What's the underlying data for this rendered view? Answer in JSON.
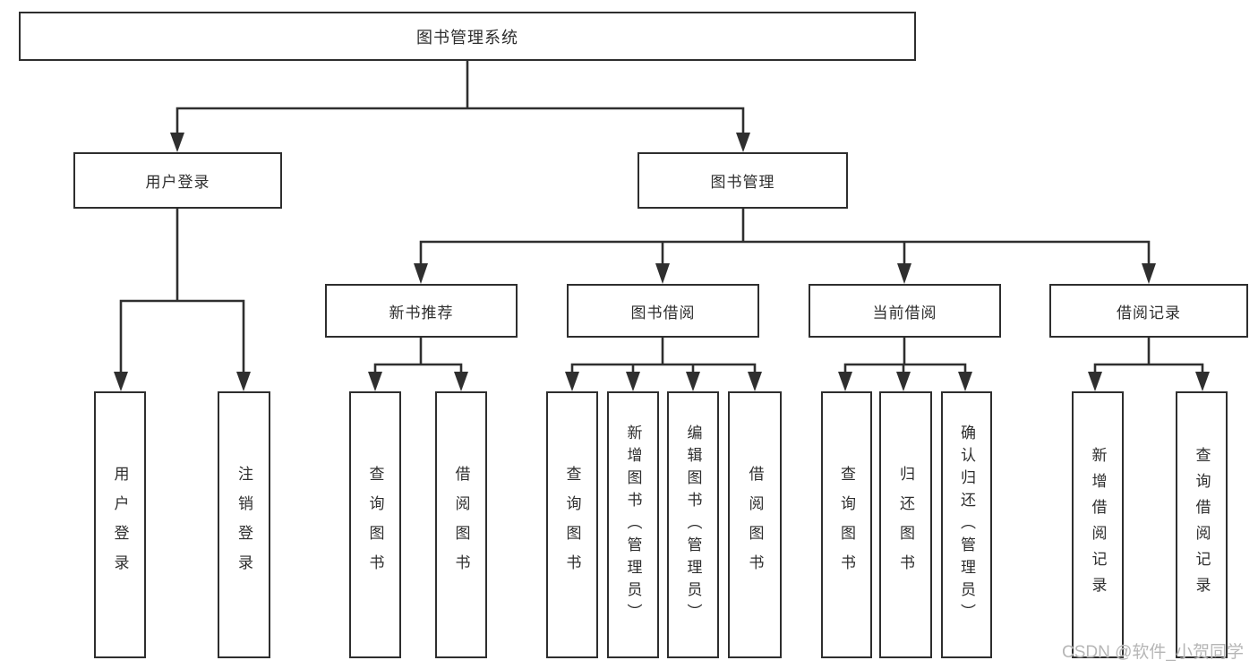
{
  "watermark": "CSDN @软件_小贺同学",
  "colors": {
    "line": "#2f2f2f",
    "text": "#2e2e2e",
    "background": "#ffffff",
    "watermark_text": "#b6b6b6"
  },
  "diagram": {
    "type": "hierarchy-tree",
    "root": {
      "label": "图书管理系统"
    },
    "level2": [
      {
        "label": "用户登录",
        "children": [
          "用户登录",
          "注销登录"
        ]
      },
      {
        "label": "图书管理",
        "children": [
          {
            "label": "新书推荐",
            "children": [
              "查询图书",
              "借阅图书"
            ]
          },
          {
            "label": "图书借阅",
            "children": [
              "查询图书",
              "新增图书（管理员）",
              "编辑图书（管理员）",
              "借阅图书"
            ]
          },
          {
            "label": "当前借阅",
            "children": [
              "查询图书",
              "归还图书",
              "确认归还（管理员）"
            ]
          },
          {
            "label": "借阅记录",
            "children": [
              "新增借阅记录",
              "查询借阅记录"
            ]
          }
        ]
      }
    ]
  }
}
